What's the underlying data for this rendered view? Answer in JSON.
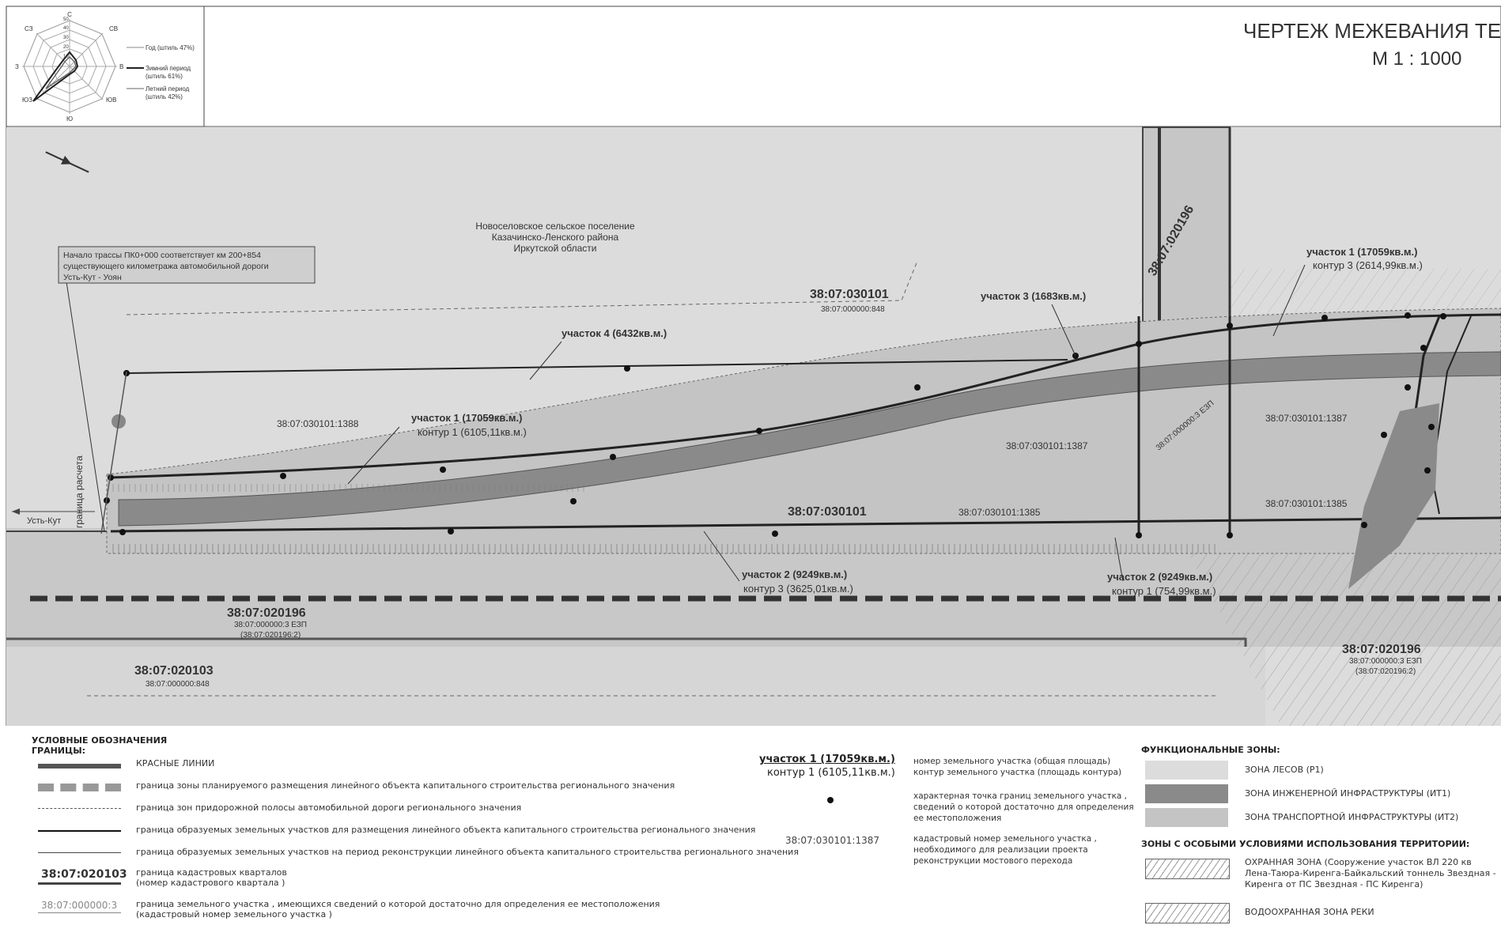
{
  "title": {
    "main": "ЧЕРТЕЖ МЕЖЕВАНИЯ ТЕ",
    "scale": "М 1 : 1000"
  },
  "wind_rose": {
    "directions": [
      "С",
      "СВ",
      "В",
      "ЮВ",
      "Ю",
      "ЮЗ",
      "З",
      "СЗ"
    ],
    "rings": [
      "50",
      "40",
      "30",
      "20",
      "10"
    ],
    "legend": [
      "Год (штиль 47%)",
      "Зимний период",
      "(штиль 61%)",
      "Летний период",
      "(штиль 42%)"
    ]
  },
  "map": {
    "settlement": [
      "Новоселовское сельское поселение",
      "Казачинско-Ленского района",
      "Иркутской области"
    ],
    "start_note": [
      "Начало трассы ПК0+000 соответствует км 200+854",
      "существующего километража автомобильной дороги",
      "Усть-Кут - Уоян"
    ],
    "direction_label": "Усть-Кут",
    "boundary_label": "граница расчета",
    "quarter_main": "38:07:030101",
    "quarter_sub": "38:07:000000:848",
    "parcels": {
      "p4": "участок 4 (6432кв.м.)",
      "p3": "участок 3 (1683кв.м.)",
      "p1_left": "участок 1 (17059кв.м.)",
      "p1_left_contour": "контур 1 (6105,11кв.м.)",
      "p1_right": "участок 1 (17059кв.м.)",
      "p1_right_contour": "контур 3 (2614,99кв.м.)",
      "p2_left": "участок 2 (9249кв.м.)",
      "p2_left_contour": "контур 3 (3625,01кв.м.)",
      "p2_right": "участок 2 (9249кв.м.)",
      "p2_right_contour": "контур 1 (754,99кв.м.)"
    },
    "cadastral": {
      "c1388": "38:07:030101:1388",
      "c1387a": "38:07:030101:1387",
      "c1387b": "38:07:030101:1387",
      "c1385a": "38:07:030101:1385",
      "c1385b": "38:07:030101:1385",
      "center_quarter": "38:07:030101",
      "q020196_left": "38:07:020196",
      "q020196_left_sub1": "38:07:000000:3 ЕЗП",
      "q020196_left_sub2": "(38:07:020196:2)",
      "q020196_right": "38:07:020196",
      "q020196_right_sub1": "38:07:000000:3 ЕЗП",
      "q020196_right_sub2": "(38:07:020196:2)",
      "q020196_vert": "38:07:020196",
      "q020103": "38:07:020103",
      "q020103_sub": "38:07:000000:848",
      "ezp_diag": "38:07:000000:3 ЕЗП"
    }
  },
  "legend": {
    "heading": "УСЛОВНЫЕ ОБОЗНАЧЕНИЯ",
    "subheading": "ГРАНИЦЫ:",
    "items": [
      "КРАСНЫЕ ЛИНИИ",
      "граница зоны планируемого размещения линейного объекта капитального строительства регионального значения",
      "граница зон придорожной полосы автомобильной дороги регионального значения",
      "граница образуемых земельных участков для размещения линейного объекта капитального строительства регионального значения",
      "граница образуемых земельных участков на период реконструкции линейного объекта капитального строительства регионального значения",
      "граница кадастровых кварталов",
      "(номер кадастрового квартала )",
      "граница земельного участка , имеющихся сведений о которой достаточно для определения ее местоположения",
      "(кадастровый номер земельного участка )"
    ],
    "sym_quarter": "38:07:020103",
    "sym_parcel": "38:07:000000:3",
    "mid": {
      "parcel_label": "участок 1 (17059кв.м.)",
      "contour_label": "контур 1 (6105,11кв.м.)",
      "parcel_desc": [
        "номер земельного участка (общая площадь)",
        "контур земельного участка (площадь контура)"
      ],
      "point_desc": [
        "характерная точка границ земельного участка ,",
        "сведений о которой достаточно для определения",
        "ее местоположения"
      ],
      "cad_example": "38:07:030101:1387",
      "cad_desc": [
        "кадастровый номер земельного участка ,",
        "необходимого для реализации проекта",
        "реконструкции мостового перехода"
      ]
    },
    "zones": {
      "heading": "ФУНКЦИОНАЛЬНЫЕ ЗОНЫ:",
      "forest": "ЗОНА ЛЕСОВ (Р1)",
      "engineering": "ЗОНА ИНЖЕНЕРНОЙ ИНФРАСТРУКТУРЫ (ИТ1)",
      "transport": "ЗОНА ТРАНСПОРТНОЙ ИНФРАСТРУКТУРЫ (ИТ2)",
      "special_heading": "ЗОНЫ С ОСОБЫМИ УСЛОВИЯМИ ИСПОЛЬЗОВАНИЯ ТЕРРИТОРИИ:",
      "protect": [
        "ОХРАННАЯ ЗОНА (Сооружение участок ВЛ 220 кв",
        "Лена-Таюра-Киренга-Байкальский тоннель Звездная -",
        "Киренга от ПС Звездная - ПС Киренга)"
      ],
      "water": "ВОДООХРАННАЯ ЗОНА РЕКИ"
    }
  },
  "colors": {
    "forest": "#dcdcdc",
    "engineering": "#8a8a8a",
    "transport": "#c2c2c2",
    "line": "#222222"
  }
}
